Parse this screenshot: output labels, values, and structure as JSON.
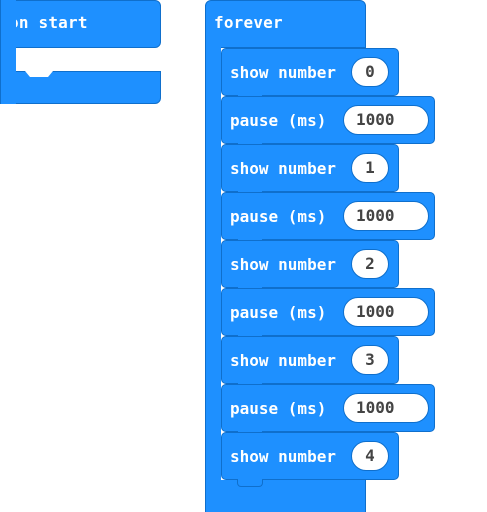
{
  "colors": {
    "block": "#1E90FF",
    "block_border": "#0F6FCC",
    "pill_bg": "#ffffff",
    "pill_text": "#444444",
    "label_text": "#ffffff"
  },
  "on_start": {
    "title": "on start"
  },
  "forever": {
    "title": "forever",
    "blocks": [
      {
        "type": "show",
        "label": "show number",
        "value": "0"
      },
      {
        "type": "pause",
        "label": "pause (ms)",
        "value": "1000"
      },
      {
        "type": "show",
        "label": "show number",
        "value": "1"
      },
      {
        "type": "pause",
        "label": "pause (ms)",
        "value": "1000"
      },
      {
        "type": "show",
        "label": "show number",
        "value": "2"
      },
      {
        "type": "pause",
        "label": "pause (ms)",
        "value": "1000"
      },
      {
        "type": "show",
        "label": "show number",
        "value": "3"
      },
      {
        "type": "pause",
        "label": "pause (ms)",
        "value": "1000"
      },
      {
        "type": "show",
        "label": "show number",
        "value": "4"
      }
    ]
  }
}
